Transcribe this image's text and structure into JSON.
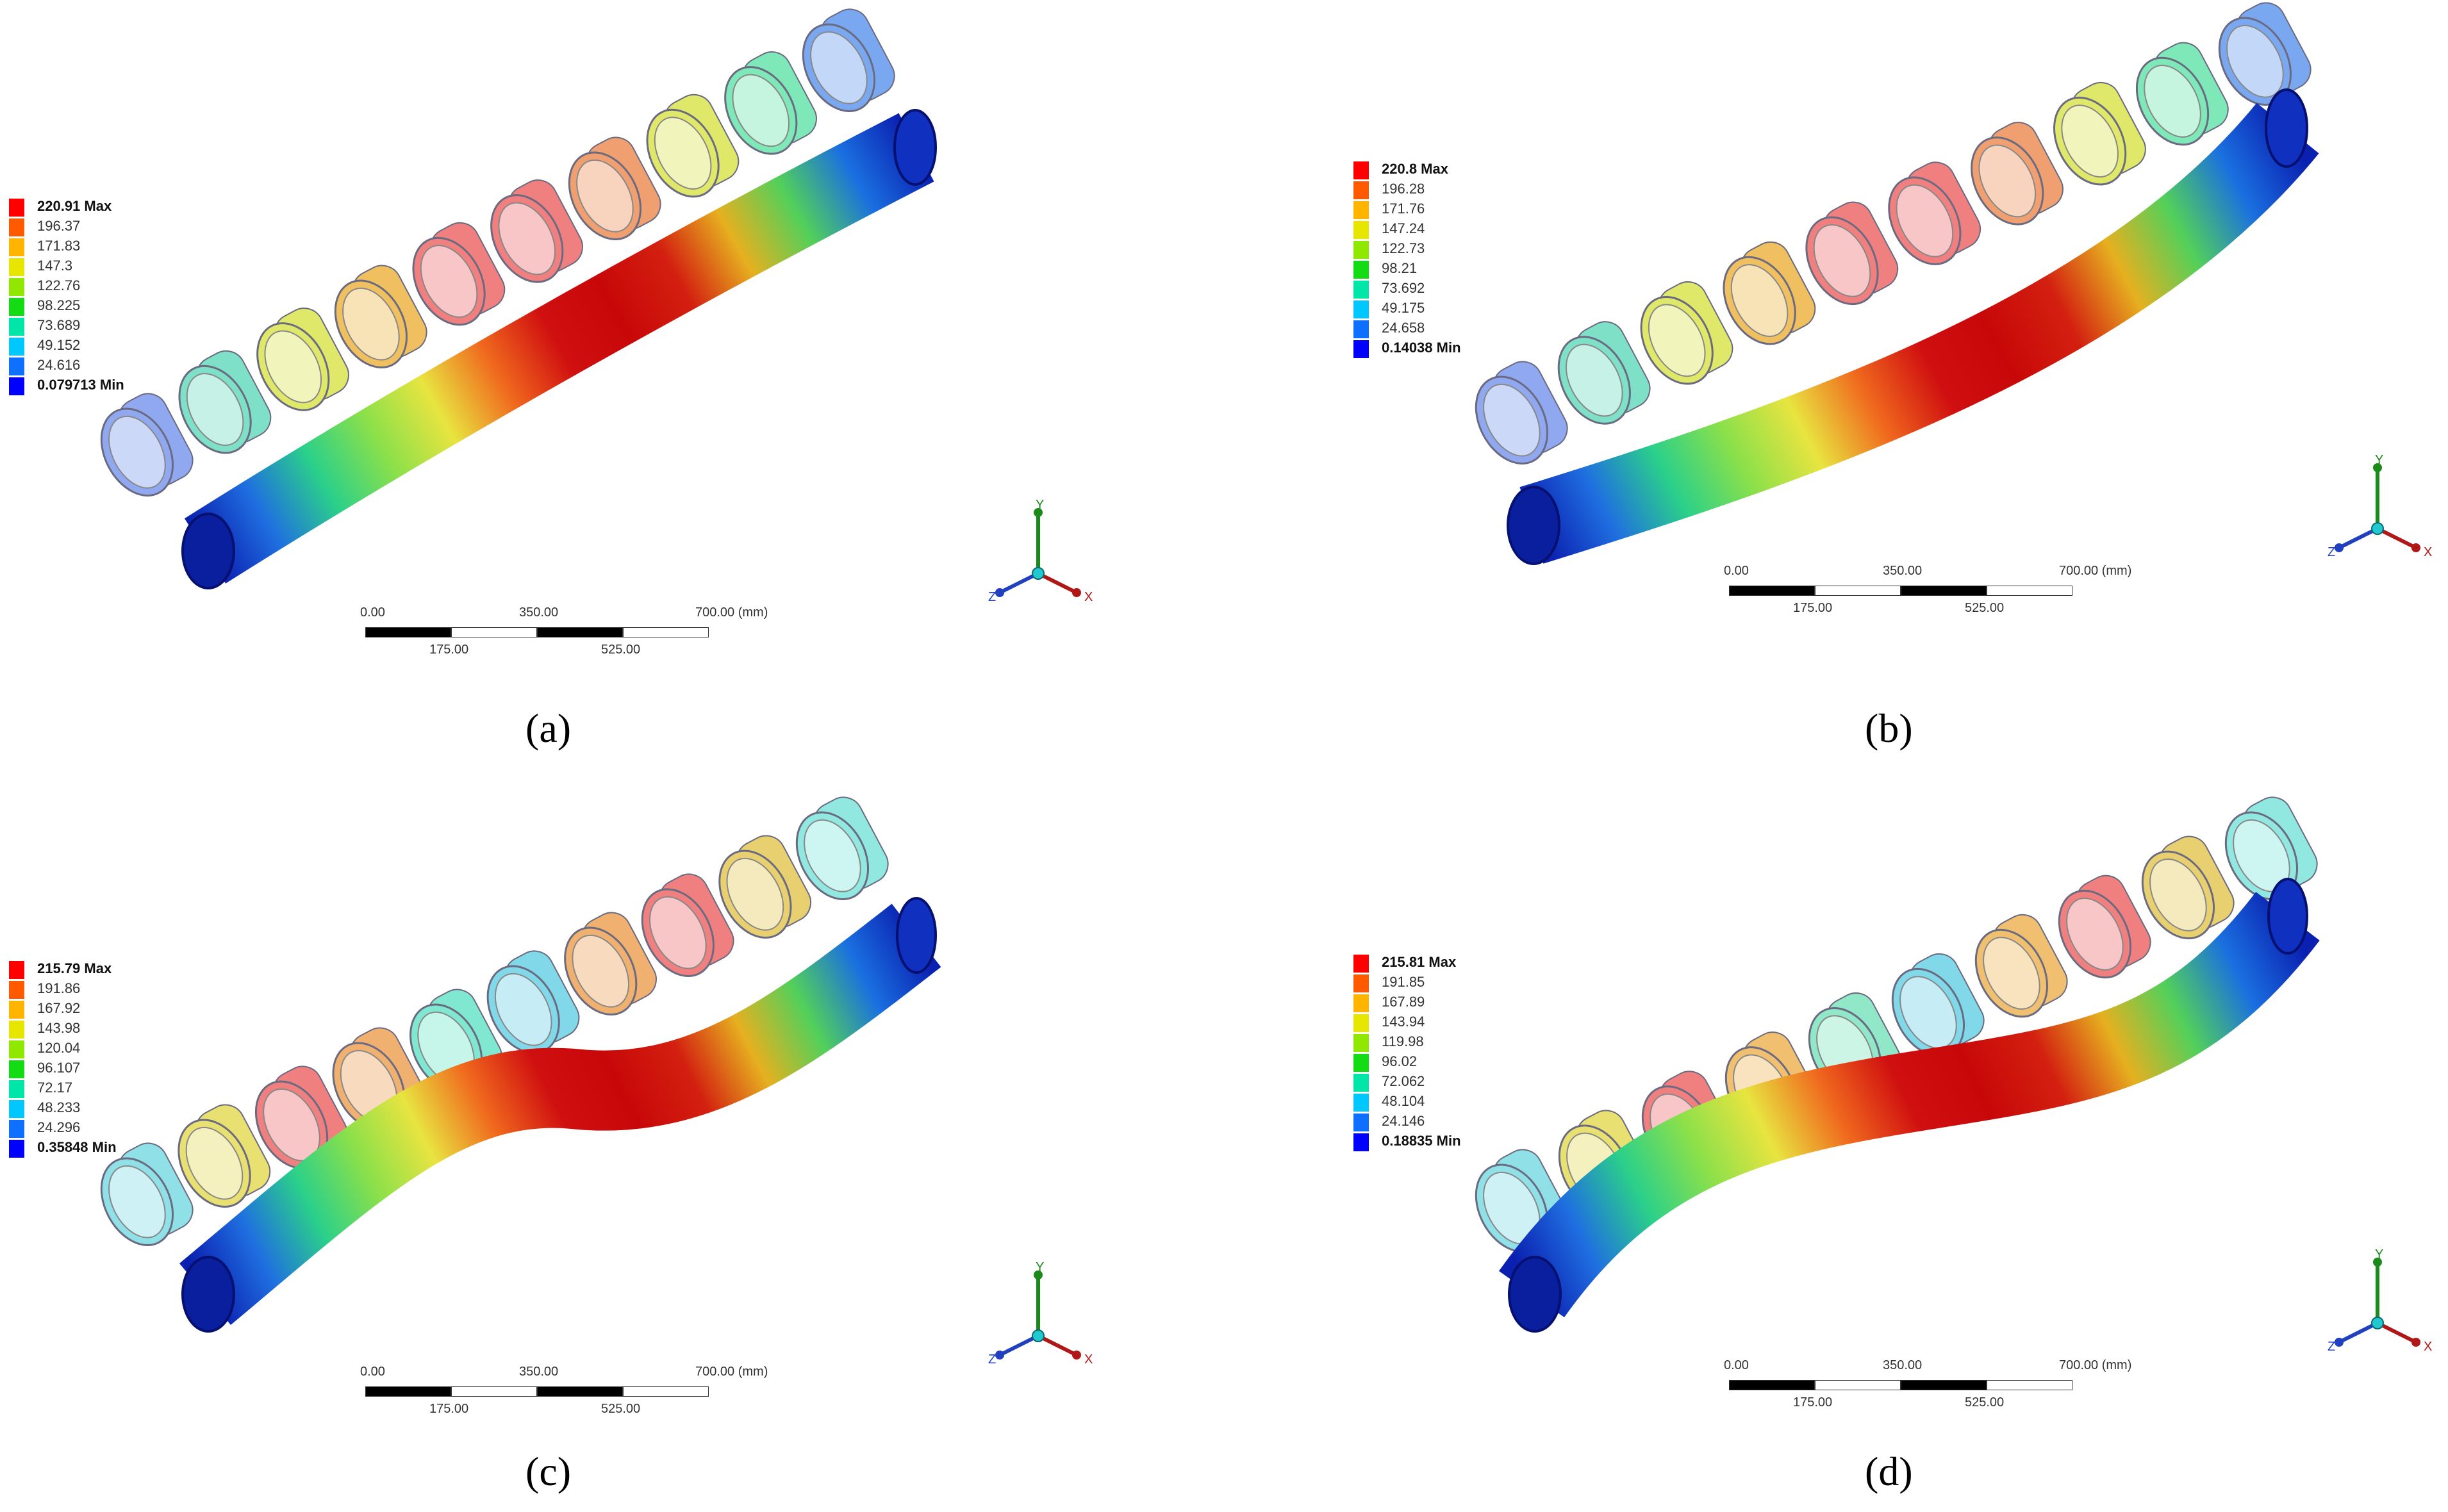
{
  "colors": {
    "band_colors": [
      "#0000ff",
      "#0f6fff",
      "#00c8ff",
      "#00e6a8",
      "#14dc14",
      "#90e800",
      "#e6e600",
      "#ffb400",
      "#ff5a00",
      "#ff0000"
    ],
    "tube_gradient": [
      "#0b1fb0",
      "#1f6fe0",
      "#2bd08a",
      "#8be04a",
      "#e8e440",
      "#f06a1e",
      "#d01010",
      "#c80808",
      "#d32010",
      "#e6b020",
      "#52d05a",
      "#1a6fe0",
      "#0a20b0"
    ]
  },
  "scale_bar": {
    "top_labels": [
      "0.00",
      "350.00",
      "700.00 (mm)"
    ],
    "bottom_labels": [
      "175.00",
      "525.00"
    ]
  },
  "axes": {
    "x": "X",
    "y": "Y",
    "z": "Z"
  },
  "panels": [
    {
      "id": "a",
      "caption": "(a)",
      "legend": [
        "220.91 Max",
        "196.37",
        "171.83",
        "147.3",
        "122.76",
        "98.225",
        "73.689",
        "49.152",
        "24.616",
        "0.079713 Min"
      ]
    },
    {
      "id": "b",
      "caption": "(b)",
      "legend": [
        "220.8 Max",
        "196.28",
        "171.76",
        "147.24",
        "122.73",
        "98.21",
        "73.692",
        "49.175",
        "24.658",
        "0.14038 Min"
      ]
    },
    {
      "id": "c",
      "caption": "(c)",
      "legend": [
        "215.79 Max",
        "191.86",
        "167.92",
        "143.98",
        "120.04",
        "96.107",
        "72.17",
        "48.233",
        "24.296",
        "0.35848 Min"
      ]
    },
    {
      "id": "d",
      "caption": "(d)",
      "legend": [
        "215.81 Max",
        "191.85",
        "167.89",
        "143.94",
        "119.98",
        "96.02",
        "72.062",
        "48.104",
        "24.146",
        "0.18835 Min"
      ]
    }
  ]
}
